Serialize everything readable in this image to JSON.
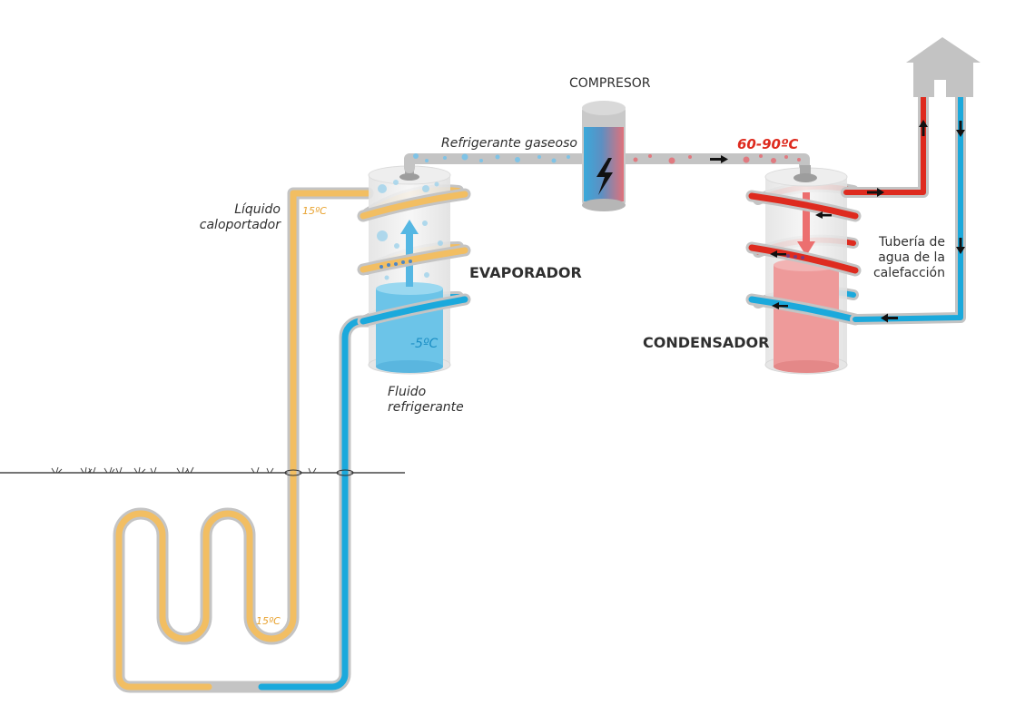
{
  "labels": {
    "compressor": "COMPRESOR",
    "evaporator": "EVAPORADOR",
    "condenser": "CONDENSADOR",
    "refrigerant_gas": "Refrigerante gaseoso",
    "liquid_line1": "Líquido",
    "liquid_line2": "caloportador",
    "fluid_line1": "Fluido",
    "fluid_line2": "refrigerante",
    "pipe_line1": "Tubería de",
    "pipe_line2": "agua de la",
    "pipe_line3": "calefacción",
    "temp_hot": "60-90ºC",
    "temp_liquid_top": "15ºC",
    "temp_liquid_bottom": "15ºC",
    "temp_fluid": "-5ºC"
  },
  "colors": {
    "orange": "#f2be62",
    "blue": "#1ba9dc",
    "red": "#de2b1f",
    "gray": "#c4c4c4",
    "label": "#2f2f2f",
    "hot_text": "#de2b1f",
    "orange_text": "#e8a331",
    "blue_text": "#1b8ec4"
  }
}
